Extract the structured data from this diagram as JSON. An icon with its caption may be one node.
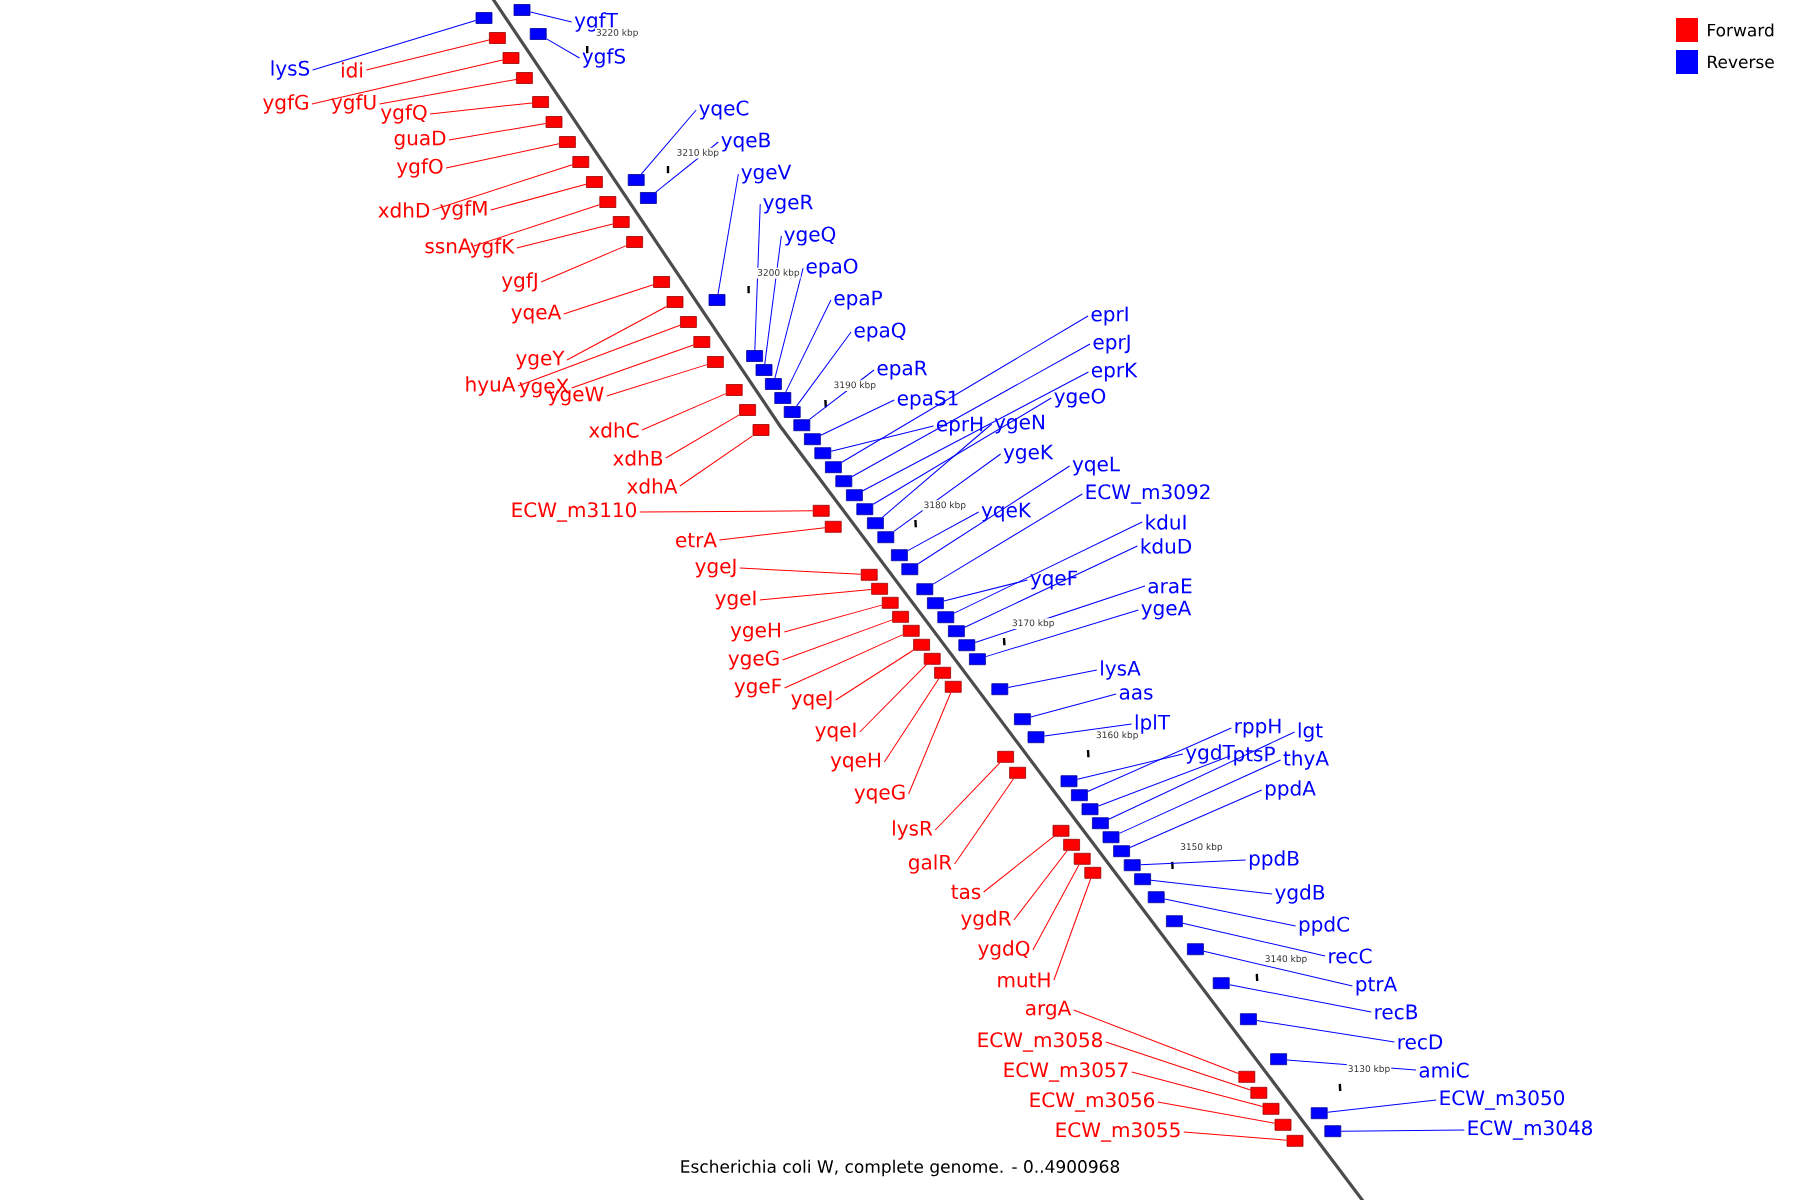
{
  "diagram": {
    "caption": "Escherichia coli W, complete genome. - 0..4900968",
    "nodes": [
      {
        "text": [
          "lysS"
        ]
      },
      {
        "text": [
          "idi"
        ]
      },
      {
        "text": [
          "ygfG"
        ]
      },
      {
        "text": [
          "ygfU"
        ]
      },
      {
        "text": [
          "ygfQ"
        ]
      },
      {
        "text": [
          "guaD"
        ]
      },
      {
        "text": [
          "ygfO"
        ]
      },
      {
        "text": [
          "xdhD"
        ]
      },
      {
        "text": [
          "ygfM"
        ]
      },
      {
        "text": [
          "ssnA"
        ]
      },
      {
        "text": [
          "ygfK"
        ]
      },
      {
        "text": [
          "ygfJ"
        ]
      },
      {
        "text": [
          "yqeA"
        ]
      },
      {
        "text": [
          "ygeY"
        ]
      },
      {
        "text": [
          "hyuA"
        ]
      },
      {
        "text": [
          "ygeX"
        ]
      },
      {
        "text": [
          "ygeW"
        ]
      },
      {
        "text": [
          "xdhC"
        ]
      },
      {
        "text": [
          "xdhB"
        ]
      },
      {
        "text": [
          "xdhA"
        ]
      },
      {
        "text": [
          "ECW_m3110"
        ]
      },
      {
        "text": [
          "etrA"
        ]
      },
      {
        "text": [
          "ygeJ"
        ]
      },
      {
        "text": [
          "ygeI"
        ]
      },
      {
        "text": [
          "ygeH"
        ]
      },
      {
        "text": [
          "ygeG"
        ]
      },
      {
        "text": [
          "ygeF"
        ]
      },
      {
        "text": [
          "yqeJ"
        ]
      },
      {
        "text": [
          "yqeI"
        ]
      },
      {
        "text": [
          "yqeH"
        ]
      },
      {
        "text": [
          "yqeG"
        ]
      },
      {
        "text": [
          "lysR"
        ]
      },
      {
        "text": [
          "galR"
        ]
      },
      {
        "text": [
          "tas"
        ]
      },
      {
        "text": [
          "ygdR"
        ]
      },
      {
        "text": [
          "ygdQ"
        ]
      },
      {
        "text": [
          "mutH"
        ]
      },
      {
        "text": [
          "argA"
        ]
      },
      {
        "text": [
          "ECW_m3058"
        ]
      },
      {
        "text": [
          "ECW_m3057"
        ]
      },
      {
        "text": [
          "ECW_m3056"
        ]
      },
      {
        "text": [
          "ECW_m3055"
        ]
      },
      {
        "text": [
          "ygfT"
        ]
      },
      {
        "text": [
          "ygfS"
        ]
      },
      {
        "text": [
          "yqeC"
        ]
      },
      {
        "text": [
          "yqeB"
        ]
      },
      {
        "text": [
          "ygeV"
        ]
      },
      {
        "text": [
          "ygeR"
        ]
      },
      {
        "text": [
          "ygeQ"
        ]
      },
      {
        "text": [
          "epaO"
        ]
      },
      {
        "text": [
          "epaP"
        ]
      },
      {
        "text": [
          "epaQ"
        ]
      },
      {
        "text": [
          "epaR"
        ]
      },
      {
        "text": [
          "epaS1"
        ]
      },
      {
        "text": [
          "eprH"
        ]
      },
      {
        "text": [
          "eprI"
        ]
      },
      {
        "text": [
          "eprJ"
        ]
      },
      {
        "text": [
          "eprK"
        ]
      },
      {
        "text": [
          "ygeO"
        ]
      },
      {
        "text": [
          "ygeN"
        ]
      },
      {
        "text": [
          "ygeK"
        ]
      },
      {
        "text": [
          "yqeL"
        ]
      },
      {
        "text": [
          "yqeK"
        ]
      },
      {
        "text": [
          "ECW_m3092"
        ]
      },
      {
        "text": [
          "yqeF"
        ]
      },
      {
        "text": [
          "kduI"
        ]
      },
      {
        "text": [
          "kduD"
        ]
      },
      {
        "text": [
          "araE"
        ]
      },
      {
        "text": [
          "ygeA"
        ]
      },
      {
        "text": [
          "lysA"
        ]
      },
      {
        "text": [
          "aas"
        ]
      },
      {
        "text": [
          "lplT"
        ]
      },
      {
        "text": [
          "ygdT"
        ]
      },
      {
        "text": [
          "rppH"
        ]
      },
      {
        "text": [
          "ptsP"
        ]
      },
      {
        "text": [
          "lgt"
        ]
      },
      {
        "text": [
          "thyA"
        ]
      },
      {
        "text": [
          "ppdA"
        ]
      },
      {
        "text": [
          "ppdB"
        ]
      },
      {
        "text": [
          "ygdB"
        ]
      },
      {
        "text": [
          "ppdC"
        ]
      },
      {
        "text": [
          "recC"
        ]
      },
      {
        "text": [
          "ptrA"
        ]
      },
      {
        "text": [
          "recB"
        ]
      },
      {
        "text": [
          "recD"
        ]
      },
      {
        "text": [
          "amiC"
        ]
      },
      {
        "text": [
          "ECW_m3050"
        ]
      },
      {
        "text": [
          "ECW_m3048"
        ]
      },
      {
        "text": [],
        "shape": "box"
      },
      {
        "text": [],
        "shape": "box"
      },
      {
        "text": [],
        "shape": "box"
      },
      {
        "text": [],
        "shape": "box"
      },
      {
        "text": [],
        "shape": "box"
      },
      {
        "text": [],
        "shape": "box"
      },
      {
        "text": [],
        "shape": "box"
      },
      {
        "text": [],
        "shape": "box"
      },
      {
        "text": [],
        "shape": "box"
      },
      {
        "text": [],
        "shape": "box"
      },
      {
        "text": [],
        "shape": "box"
      },
      {
        "text": [],
        "shape": "box"
      },
      {
        "text": [],
        "shape": "box"
      },
      {
        "text": [],
        "shape": "box"
      },
      {
        "text": [],
        "shape": "box"
      },
      {
        "text": [],
        "shape": "box"
      },
      {
        "text": [],
        "shape": "box"
      },
      {
        "text": [],
        "shape": "box"
      },
      {
        "text": [],
        "shape": "box"
      },
      {
        "text": [],
        "shape": "box"
      },
      {
        "text": [],
        "shape": "box"
      },
      {
        "text": [],
        "shape": "box"
      },
      {
        "text": [],
        "shape": "box"
      },
      {
        "text": [],
        "shape": "box"
      },
      {
        "text": [],
        "shape": "box"
      },
      {
        "text": [],
        "shape": "box"
      },
      {
        "text": [],
        "shape": "box"
      },
      {
        "text": [],
        "shape": "box"
      },
      {
        "text": [],
        "shape": "box"
      },
      {
        "text": [],
        "shape": "box"
      },
      {
        "text": [],
        "shape": "box"
      },
      {
        "text": [],
        "shape": "box"
      },
      {
        "text": [],
        "shape": "box"
      },
      {
        "text": [],
        "shape": "box"
      },
      {
        "text": [],
        "shape": "box"
      },
      {
        "text": [],
        "shape": "box"
      },
      {
        "text": [],
        "shape": "box"
      },
      {
        "text": [],
        "shape": "box"
      },
      {
        "text": [],
        "shape": "box"
      },
      {
        "text": [],
        "shape": "box"
      },
      {
        "text": [],
        "shape": "box"
      },
      {
        "text": [],
        "shape": "box"
      },
      {
        "text": [],
        "shape": "box"
      },
      {
        "text": [],
        "shape": "box"
      },
      {
        "text": [],
        "shape": "box"
      },
      {
        "text": [],
        "shape": "box"
      },
      {
        "text": [],
        "shape": "box"
      },
      {
        "text": [],
        "shape": "box"
      },
      {
        "text": [],
        "shape": "box"
      },
      {
        "text": [],
        "shape": "box"
      },
      {
        "text": [],
        "shape": "box"
      },
      {
        "text": [],
        "shape": "box"
      },
      {
        "text": [],
        "shape": "box"
      },
      {
        "text": [],
        "shape": "box"
      },
      {
        "text": [],
        "shape": "box"
      },
      {
        "text": [],
        "shape": "box"
      },
      {
        "text": [],
        "shape": "box"
      },
      {
        "text": [],
        "shape": "box"
      },
      {
        "text": [],
        "shape": "box"
      },
      {
        "text": [],
        "shape": "box"
      },
      {
        "text": [],
        "shape": "box"
      },
      {
        "text": [],
        "shape": "box"
      },
      {
        "text": [],
        "shape": "box"
      },
      {
        "text": [],
        "shape": "box"
      },
      {
        "text": [],
        "shape": "box"
      },
      {
        "text": [],
        "shape": "box"
      },
      {
        "text": [],
        "shape": "box"
      },
      {
        "text": [],
        "shape": "box"
      },
      {
        "text": [],
        "shape": "box"
      },
      {
        "text": [],
        "shape": "box"
      },
      {
        "text": [],
        "shape": "box"
      },
      {
        "text": [],
        "shape": "box"
      },
      {
        "text": [],
        "shape": "box"
      },
      {
        "text": [],
        "shape": "box"
      },
      {
        "text": [],
        "shape": "box"
      },
      {
        "text": [],
        "shape": "box"
      },
      {
        "text": [],
        "shape": "box"
      },
      {
        "text": [],
        "shape": "box"
      },
      {
        "text": [],
        "shape": "box"
      },
      {
        "text": [],
        "shape": "box"
      },
      {
        "text": [],
        "shape": "box"
      },
      {
        "text": [],
        "shape": "box"
      },
      {
        "text": [],
        "shape": "box"
      },
      {
        "text": [],
        "shape": "box"
      },
      {
        "text": [],
        "shape": "box"
      },
      {
        "text": [],
        "shape": "box"
      },
      {
        "text": [],
        "shape": "box"
      },
      {
        "text": [],
        "shape": "box"
      }
    ],
    "edges": [
      {
        "from": 0,
        "to": 88,
        "arrow": "none",
        "color": "#0000ff"
      },
      {
        "from": 1,
        "to": 89,
        "arrow": "none",
        "color": "#ff0000"
      },
      {
        "from": 2,
        "to": 90,
        "arrow": "none",
        "color": "#ff0000"
      },
      {
        "from": 3,
        "to": 91,
        "arrow": "none",
        "color": "#ff0000"
      },
      {
        "from": 4,
        "to": 92,
        "arrow": "none",
        "color": "#ff0000"
      },
      {
        "from": 5,
        "to": 93,
        "arrow": "none",
        "color": "#ff0000"
      },
      {
        "from": 6,
        "to": 94,
        "arrow": "none",
        "color": "#ff0000"
      },
      {
        "from": 7,
        "to": 95,
        "arrow": "none",
        "color": "#ff0000"
      },
      {
        "from": 8,
        "to": 96,
        "arrow": "none",
        "color": "#ff0000"
      },
      {
        "from": 9,
        "to": 97,
        "arrow": "none",
        "color": "#ff0000"
      },
      {
        "from": 10,
        "to": 98,
        "arrow": "none",
        "color": "#ff0000"
      },
      {
        "from": 11,
        "to": 99,
        "arrow": "none",
        "color": "#ff0000"
      },
      {
        "from": 12,
        "to": 100,
        "arrow": "none",
        "color": "#ff0000"
      },
      {
        "from": 13,
        "to": 101,
        "arrow": "none",
        "color": "#ff0000"
      },
      {
        "from": 14,
        "to": 102,
        "arrow": "none",
        "color": "#ff0000"
      },
      {
        "from": 15,
        "to": 103,
        "arrow": "none",
        "color": "#ff0000"
      },
      {
        "from": 16,
        "to": 104,
        "arrow": "none",
        "color": "#ff0000"
      },
      {
        "from": 17,
        "to": 105,
        "arrow": "none",
        "color": "#ff0000"
      },
      {
        "from": 18,
        "to": 106,
        "arrow": "none",
        "color": "#ff0000"
      },
      {
        "from": 19,
        "to": 107,
        "arrow": "none",
        "color": "#ff0000"
      },
      {
        "from": 20,
        "to": 108,
        "arrow": "none",
        "color": "#ff0000"
      },
      {
        "from": 21,
        "to": 109,
        "arrow": "none",
        "color": "#ff0000"
      },
      {
        "from": 22,
        "to": 110,
        "arrow": "none",
        "color": "#ff0000"
      },
      {
        "from": 23,
        "to": 111,
        "arrow": "none",
        "color": "#ff0000"
      },
      {
        "from": 24,
        "to": 112,
        "arrow": "none",
        "color": "#ff0000"
      },
      {
        "from": 25,
        "to": 113,
        "arrow": "none",
        "color": "#ff0000"
      },
      {
        "from": 26,
        "to": 114,
        "arrow": "none",
        "color": "#ff0000"
      },
      {
        "from": 27,
        "to": 115,
        "arrow": "none",
        "color": "#ff0000"
      },
      {
        "from": 28,
        "to": 116,
        "arrow": "none",
        "color": "#ff0000"
      },
      {
        "from": 29,
        "to": 117,
        "arrow": "none",
        "color": "#ff0000"
      },
      {
        "from": 30,
        "to": 118,
        "arrow": "none",
        "color": "#ff0000"
      },
      {
        "from": 31,
        "to": 119,
        "arrow": "none",
        "color": "#ff0000"
      },
      {
        "from": 32,
        "to": 120,
        "arrow": "none",
        "color": "#ff0000"
      },
      {
        "from": 33,
        "to": 121,
        "arrow": "none",
        "color": "#ff0000"
      },
      {
        "from": 34,
        "to": 122,
        "arrow": "none",
        "color": "#ff0000"
      },
      {
        "from": 35,
        "to": 123,
        "arrow": "none",
        "color": "#ff0000"
      },
      {
        "from": 36,
        "to": 124,
        "arrow": "none",
        "color": "#ff0000"
      },
      {
        "from": 37,
        "to": 125,
        "arrow": "none",
        "color": "#ff0000"
      },
      {
        "from": 38,
        "to": 126,
        "arrow": "none",
        "color": "#ff0000"
      },
      {
        "from": 39,
        "to": 127,
        "arrow": "none",
        "color": "#ff0000"
      },
      {
        "from": 40,
        "to": 128,
        "arrow": "none",
        "color": "#ff0000"
      },
      {
        "from": 41,
        "to": 129,
        "arrow": "none",
        "color": "#ff0000"
      },
      {
        "from": 42,
        "to": 130,
        "arrow": "none",
        "color": "#0000ff"
      },
      {
        "from": 43,
        "to": 131,
        "arrow": "none",
        "color": "#0000ff"
      },
      {
        "from": 44,
        "to": 132,
        "arrow": "none",
        "color": "#0000ff"
      },
      {
        "from": 45,
        "to": 133,
        "arrow": "none",
        "color": "#0000ff"
      },
      {
        "from": 46,
        "to": 134,
        "arrow": "none",
        "color": "#0000ff"
      },
      {
        "from": 47,
        "to": 135,
        "arrow": "none",
        "color": "#0000ff"
      },
      {
        "from": 48,
        "to": 136,
        "arrow": "none",
        "color": "#0000ff"
      },
      {
        "from": 49,
        "to": 137,
        "arrow": "none",
        "color": "#0000ff"
      },
      {
        "from": 50,
        "to": 138,
        "arrow": "none",
        "color": "#0000ff"
      },
      {
        "from": 51,
        "to": 139,
        "arrow": "none",
        "color": "#0000ff"
      },
      {
        "from": 52,
        "to": 140,
        "arrow": "none",
        "color": "#0000ff"
      },
      {
        "from": 53,
        "to": 141,
        "arrow": "none",
        "color": "#0000ff"
      },
      {
        "from": 54,
        "to": 142,
        "arrow": "none",
        "color": "#0000ff"
      },
      {
        "from": 55,
        "to": 143,
        "arrow": "none",
        "color": "#0000ff"
      },
      {
        "from": 56,
        "to": 144,
        "arrow": "none",
        "color": "#0000ff"
      },
      {
        "from": 57,
        "to": 145,
        "arrow": "none",
        "color": "#0000ff"
      },
      {
        "from": 58,
        "to": 146,
        "arrow": "none",
        "color": "#0000ff"
      },
      {
        "from": 59,
        "to": 147,
        "arrow": "none",
        "color": "#0000ff"
      },
      {
        "from": 60,
        "to": 148,
        "arrow": "none",
        "color": "#0000ff"
      },
      {
        "from": 61,
        "to": 149,
        "arrow": "none",
        "color": "#0000ff"
      },
      {
        "from": 62,
        "to": 150,
        "arrow": "none",
        "color": "#0000ff"
      },
      {
        "from": 63,
        "to": 151,
        "arrow": "none",
        "color": "#0000ff"
      },
      {
        "from": 64,
        "to": 152,
        "arrow": "none",
        "color": "#0000ff"
      },
      {
        "from": 65,
        "to": 153,
        "arrow": "none",
        "color": "#0000ff"
      },
      {
        "from": 66,
        "to": 154,
        "arrow": "none",
        "color": "#0000ff"
      },
      {
        "from": 67,
        "to": 155,
        "arrow": "none",
        "color": "#0000ff"
      },
      {
        "from": 68,
        "to": 156,
        "arrow": "none",
        "color": "#0000ff"
      },
      {
        "from": 69,
        "to": 157,
        "arrow": "none",
        "color": "#0000ff"
      },
      {
        "from": 70,
        "to": 158,
        "arrow": "none",
        "color": "#0000ff"
      },
      {
        "from": 71,
        "to": 159,
        "arrow": "none",
        "color": "#0000ff"
      },
      {
        "from": 72,
        "to": 160,
        "arrow": "none",
        "color": "#0000ff"
      },
      {
        "from": 73,
        "to": 161,
        "arrow": "none",
        "color": "#0000ff"
      },
      {
        "from": 74,
        "to": 162,
        "arrow": "none",
        "color": "#0000ff"
      },
      {
        "from": 75,
        "to": 163,
        "arrow": "none",
        "color": "#0000ff"
      },
      {
        "from": 76,
        "to": 164,
        "arrow": "none",
        "color": "#0000ff"
      },
      {
        "from": 77,
        "to": 165,
        "arrow": "none",
        "color": "#0000ff"
      },
      {
        "from": 78,
        "to": 166,
        "arrow": "none",
        "color": "#0000ff"
      },
      {
        "from": 79,
        "to": 167,
        "arrow": "none",
        "color": "#0000ff"
      },
      {
        "from": 80,
        "to": 168,
        "arrow": "none",
        "color": "#0000ff"
      },
      {
        "from": 81,
        "to": 169,
        "arrow": "none",
        "color": "#0000ff"
      },
      {
        "from": 82,
        "to": 170,
        "arrow": "none",
        "color": "#0000ff"
      },
      {
        "from": 83,
        "to": 171,
        "arrow": "none",
        "color": "#0000ff"
      },
      {
        "from": 84,
        "to": 172,
        "arrow": "none",
        "color": "#0000ff"
      },
      {
        "from": 85,
        "to": 173,
        "arrow": "none",
        "color": "#0000ff"
      },
      {
        "from": 86,
        "to": 174,
        "arrow": "none",
        "color": "#0000ff"
      },
      {
        "from": 87,
        "to": 175,
        "arrow": "none",
        "color": "#0000ff"
      }
    ],
    "labels": [
      "3220 kbp",
      "3210 kbp",
      "3200 kbp",
      "3190 kbp",
      "3180 kbp",
      "3170 kbp",
      "3160 kbp",
      "3150 kbp",
      "3140 kbp",
      "3130 kbp"
    ],
    "legend": [
      {
        "text": "Forward",
        "color": "#ff0000"
      },
      {
        "text": "Reverse",
        "color": "#0000ff"
      }
    ]
  }
}
